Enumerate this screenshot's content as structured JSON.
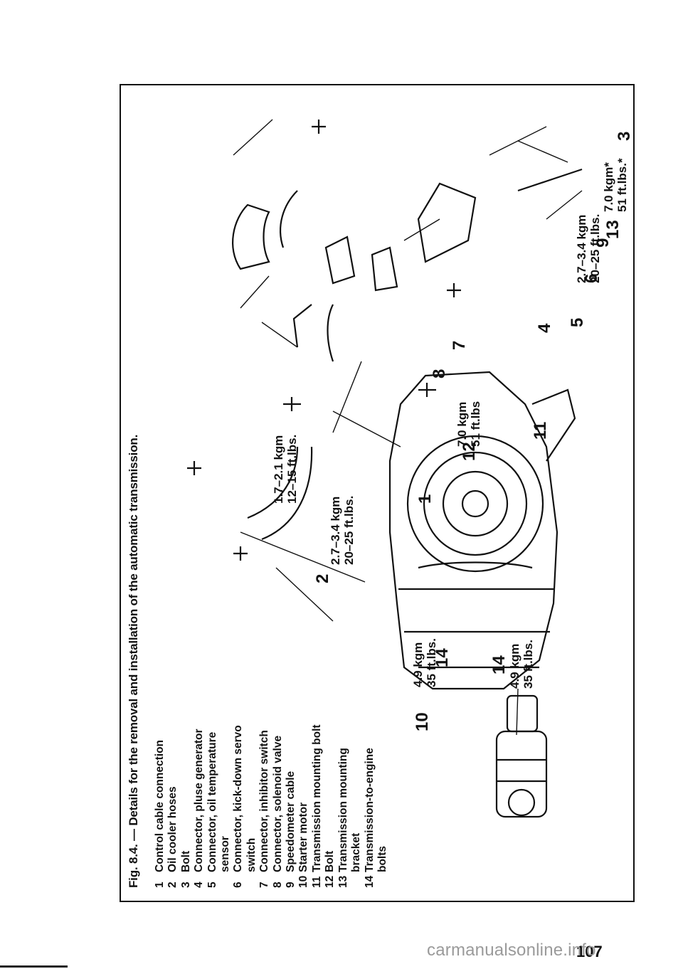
{
  "caption": "Fig. 8.4. — Details for the removal and installation of the automatic transmission.",
  "legend": [
    {
      "n": "1",
      "t": "Control cable connection"
    },
    {
      "n": "2",
      "t": "Oil cooler hoses"
    },
    {
      "n": "3",
      "t": "Bolt"
    },
    {
      "n": "4",
      "t": "Connector, pluse generator"
    },
    {
      "n": "5",
      "t": "Connector, oil temperature sensor"
    },
    {
      "n": "6",
      "t": "Connector, kick-down servo switch"
    },
    {
      "n": "7",
      "t": "Connector, inhibitor switch"
    },
    {
      "n": "8",
      "t": "Connector, solenoid valve"
    },
    {
      "n": "9",
      "t": "Speedometer cable"
    },
    {
      "n": "10",
      "t": "Starter motor"
    },
    {
      "n": "11",
      "t": "Transmission mounting bolt"
    },
    {
      "n": "12",
      "t": "Bolt"
    },
    {
      "n": "13",
      "t": "Transmission mounting bracket"
    },
    {
      "n": "14",
      "t": "Transmission-to-engine bolts"
    }
  ],
  "torques": {
    "t1": [
      "1.7–2.1 kgm",
      "12–15 ft.lbs."
    ],
    "t2": [
      "2.7–3.4 kgm",
      "20–25 ft.lbs."
    ],
    "t3": [
      "7.0 kgm",
      "51 ft.lbs"
    ],
    "t4": [
      "4.9 kgm",
      "35 ft.lbs."
    ],
    "t5": [
      "4.9 kgm",
      "35 ft.lbs."
    ],
    "t6": [
      "2.7–3.4 kgm",
      "20–25 ft.lbs."
    ],
    "t7": [
      "7.0 kgm*",
      "51 ft.lbs.*"
    ]
  },
  "callouts": {
    "c1": "1",
    "c2": "2",
    "c3": "3",
    "c4": "4",
    "c5": "5",
    "c6": "6",
    "c7": "7",
    "c8": "8",
    "c9": "9",
    "c10": "10",
    "c11": "11",
    "c12": "12",
    "c13": "13",
    "c14a": "14",
    "c14b": "14"
  },
  "page_number": "107",
  "watermark": "carmanualsonline.info"
}
